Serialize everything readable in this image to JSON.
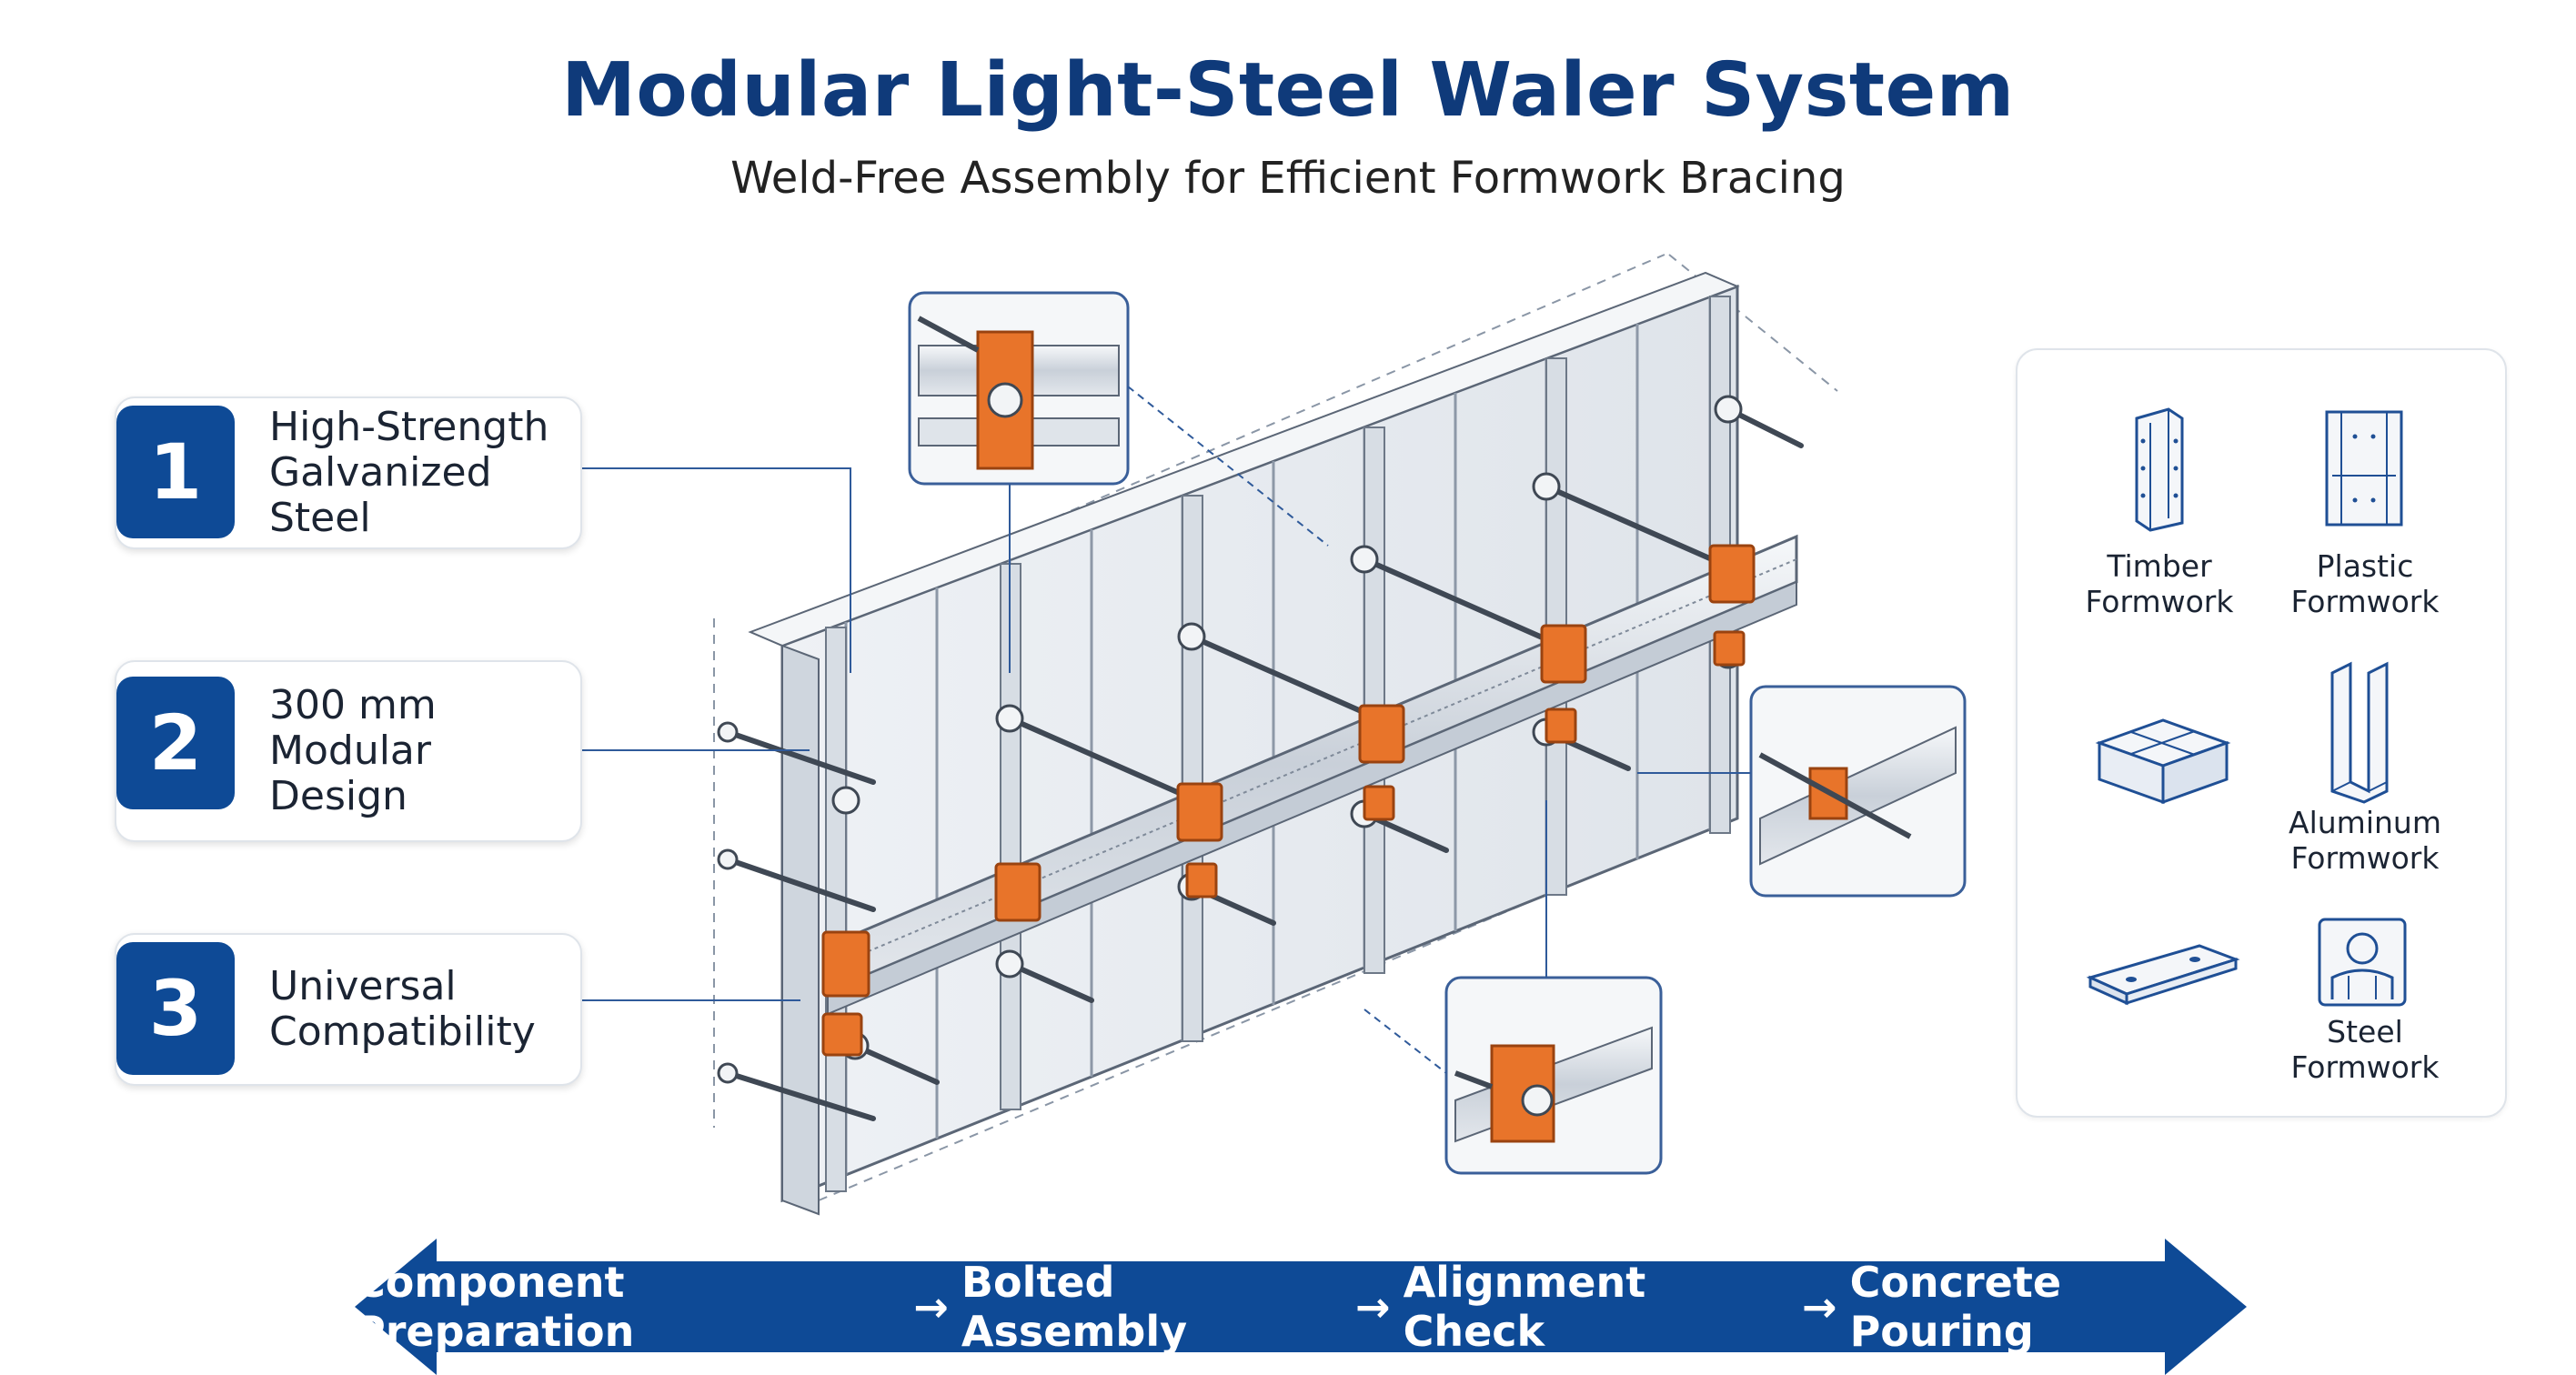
{
  "title": "Modular Light-Steel Waler System",
  "subtitle": "Weld-Free Assembly for Efficient Formwork Bracing",
  "features": [
    {
      "number": "1",
      "line1": "High-Strength",
      "line2": "Galvanized Steel",
      "line3": ""
    },
    {
      "number": "2",
      "line1": "300 mm",
      "line2": "Modular",
      "line3": "Design"
    },
    {
      "number": "3",
      "line1": "Universal",
      "line2": "Compatibility",
      "line3": ""
    }
  ],
  "compatibility": [
    {
      "line1": "Timber",
      "line2": "Formwork",
      "icon": "timber-formwork-icon"
    },
    {
      "line1": "Plastic",
      "line2": "Formwork",
      "icon": "plastic-formwork-icon"
    },
    {
      "line1": "Aluminum",
      "line2": "Formwork",
      "icon": "aluminum-formwork-icon"
    },
    {
      "line1": "Steel",
      "line2": "Formwork",
      "icon": "steel-formwork-icon"
    }
  ],
  "process": {
    "steps": [
      "Component Preparation",
      "Bolted Assembly",
      "Alignment Check",
      "Concrete Pouring"
    ],
    "separator": "→"
  },
  "colors": {
    "primary": "#0e4a96",
    "title": "#0f3a7a",
    "accent": "#e8742a",
    "steel": "#e6e9ee"
  }
}
